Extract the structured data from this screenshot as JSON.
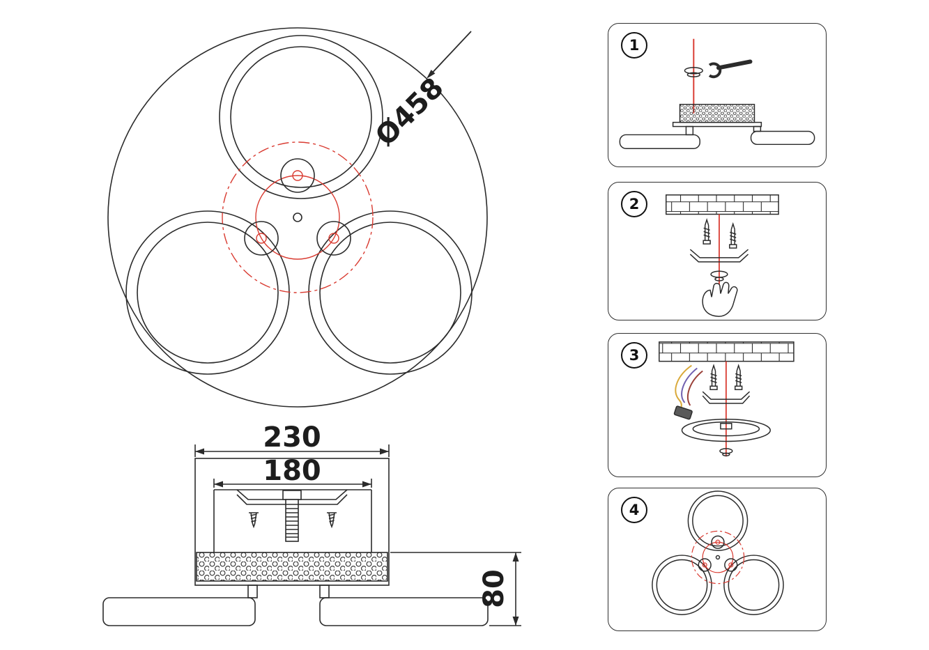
{
  "colors": {
    "line": "#2b2b2b",
    "accent_red": "#d93b31",
    "wire_yellow": "#d9a93a",
    "wire_violet": "#7060b0",
    "wire_dark_red": "#9a4038"
  },
  "top_view": {
    "diameter_label": "Ø458"
  },
  "side_view": {
    "outer_width_label": "230",
    "inner_width_label": "180",
    "height_label": "80"
  },
  "steps": [
    {
      "number": "1"
    },
    {
      "number": "2"
    },
    {
      "number": "3"
    },
    {
      "number": "4"
    }
  ]
}
